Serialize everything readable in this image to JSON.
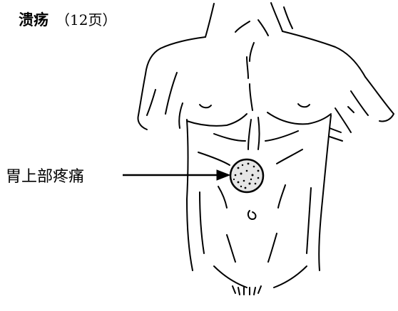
{
  "title": {
    "main": "溃疡",
    "page_ref": "（12页）"
  },
  "callout": {
    "label": "胃上部疼痛"
  },
  "colors": {
    "ink": "#000000",
    "background": "#ffffff"
  }
}
